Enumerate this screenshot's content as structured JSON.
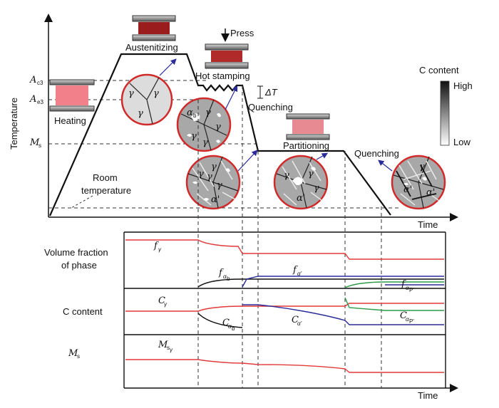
{
  "labels": {
    "austenitizing": "Austenitizing",
    "press": "Press",
    "hot_stamping": "Hot stamping",
    "heating": "Heating",
    "quenching1": "Quenching",
    "partitioning": "Partitioning",
    "quenching2": "Quenching",
    "room_temp_line1": "Room",
    "room_temp_line2": "temperature",
    "time_top": "Time",
    "time_bottom": "Time",
    "temperature_axis": "Temperature",
    "ac3": "A",
    "ac3_sub": "c3",
    "ae3": "A",
    "ae3_sub": "e3",
    "ms": "M",
    "ms_sub": "s",
    "delta_t": "ΔT"
  },
  "legend": {
    "title": "C content",
    "high": "High",
    "low": "Low"
  },
  "rows": {
    "volume_line1": "Volume fraction",
    "volume_line2": "of phase",
    "c_content": "C content",
    "ms": "M",
    "ms_sub": "s"
  },
  "curve_labels": {
    "f_gamma": "f",
    "f_gamma_sub": "γ",
    "f_alpha_b": "f",
    "f_alpha_b_sub": "α",
    "f_alpha_b_subsub": "b",
    "f_alpha_prime": "f",
    "f_alpha_prime_sub": "α'",
    "f_alpha_p_prime": "f",
    "f_alpha_p_prime_sub": "α",
    "f_alpha_p_prime_subsub": "P'",
    "c_gamma": "C",
    "c_gamma_sub": "γ",
    "c_alpha_b": "C",
    "c_alpha_b_sub": "α",
    "c_alpha_b_subsub": "b",
    "c_alpha_prime": "C",
    "c_alpha_prime_sub": "α'",
    "c_alpha_p_prime": "C",
    "c_alpha_p_prime_sub": "α",
    "c_alpha_p_prime_subsub": "P'",
    "ms_gamma": "M",
    "ms_gamma_sub": "s",
    "ms_gamma_subsub": "γ"
  },
  "phase_symbols": {
    "gamma": "γ",
    "alpha_b": "α",
    "alpha_b_sub": "b",
    "alpha_prime": "α'"
  },
  "colors": {
    "austenite": "#e23a3a",
    "bainite": "#222222",
    "martensite": "#2a2a9a",
    "partitioned_martensite": "#2e9a4a",
    "circle_border": "#d02a2a",
    "heater_hot": "#f2808a",
    "die_dark": "#a82020"
  }
}
